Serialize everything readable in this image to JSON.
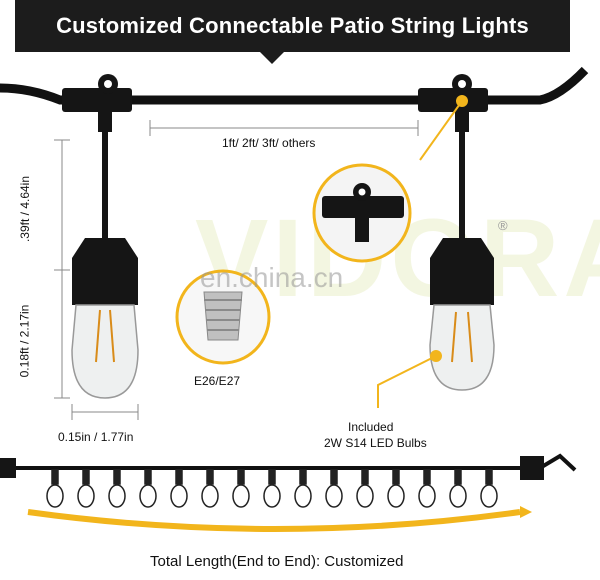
{
  "banner": {
    "title": "Customized Connectable Patio String Lights"
  },
  "spacing_label": "1ft/ 2ft/ 3ft/ others",
  "height_upper_label": ".39ft / 4.64in",
  "height_lower_label": "0.18ft / 2.17in",
  "width_label": "0.15in / 1.77in",
  "socket_label": "E26/E27",
  "bulb_note": {
    "line1": "Included",
    "line2": "2W S14 LED Bulbs"
  },
  "watermark": "en.china.cn",
  "brand_watermark": "VIDORA",
  "registered_mark": "®",
  "total_length_label": "Total Length(End to End): Customized",
  "colors": {
    "accent": "#f2b51c",
    "cable": "#111111",
    "banner": "#1c1c1c"
  }
}
